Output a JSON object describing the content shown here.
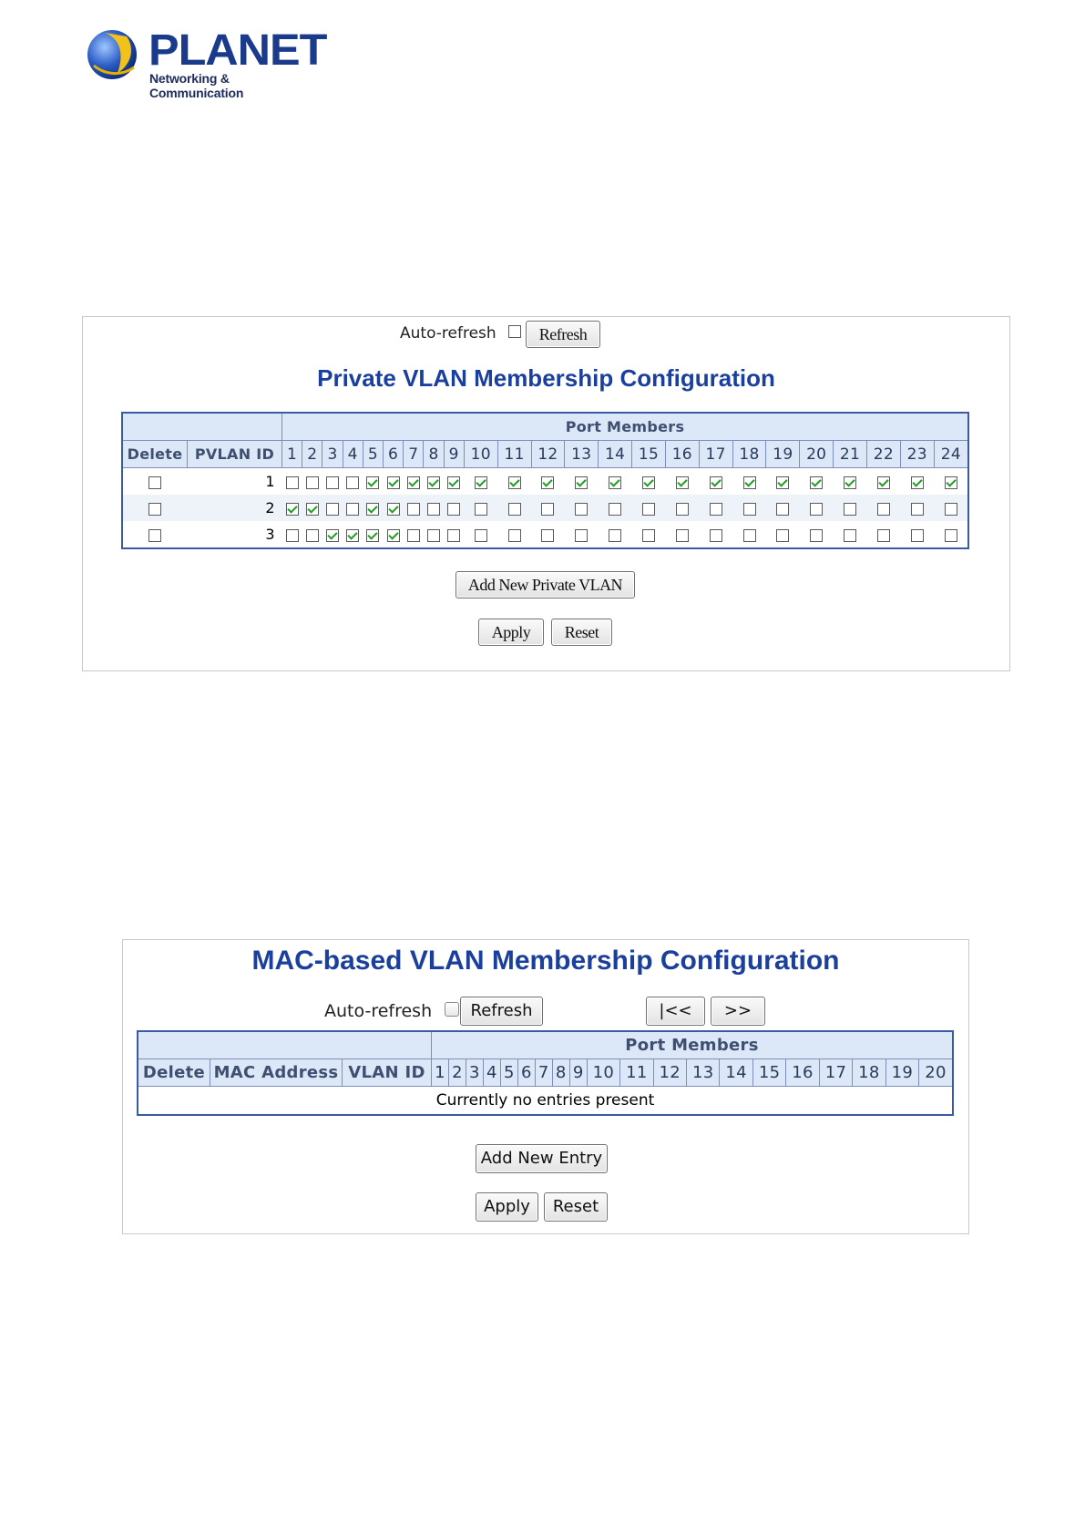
{
  "logo": {
    "brand": "PLANET",
    "tagline": "Networking & Communication"
  },
  "pvlan": {
    "auto_refresh_label": "Auto-refresh",
    "refresh_label": "Refresh",
    "title": "Private VLAN Membership Configuration",
    "headers": {
      "delete": "Delete",
      "pvlan_id": "PVLAN ID",
      "port_members": "Port Members"
    },
    "ports": [
      "1",
      "2",
      "3",
      "4",
      "5",
      "6",
      "7",
      "8",
      "9",
      "10",
      "11",
      "12",
      "13",
      "14",
      "15",
      "16",
      "17",
      "18",
      "19",
      "20",
      "21",
      "22",
      "23",
      "24"
    ],
    "rows": [
      {
        "id": "1",
        "members": [
          0,
          0,
          0,
          0,
          1,
          1,
          1,
          1,
          1,
          1,
          1,
          1,
          1,
          1,
          1,
          1,
          1,
          1,
          1,
          1,
          1,
          1,
          1,
          1
        ]
      },
      {
        "id": "2",
        "members": [
          1,
          1,
          0,
          0,
          1,
          1,
          0,
          0,
          0,
          0,
          0,
          0,
          0,
          0,
          0,
          0,
          0,
          0,
          0,
          0,
          0,
          0,
          0,
          0
        ]
      },
      {
        "id": "3",
        "members": [
          0,
          0,
          1,
          1,
          1,
          1,
          0,
          0,
          0,
          0,
          0,
          0,
          0,
          0,
          0,
          0,
          0,
          0,
          0,
          0,
          0,
          0,
          0,
          0
        ]
      }
    ],
    "add_label": "Add New Private VLAN",
    "apply_label": "Apply",
    "reset_label": "Reset"
  },
  "macvlan": {
    "title": "MAC-based VLAN Membership Configuration",
    "auto_refresh_label": "Auto-refresh",
    "refresh_label": "Refresh",
    "first_label": "|<<",
    "next_label": ">>",
    "headers": {
      "delete": "Delete",
      "mac_address": "MAC Address",
      "vlan_id": "VLAN ID",
      "port_members": "Port Members"
    },
    "ports": [
      "1",
      "2",
      "3",
      "4",
      "5",
      "6",
      "7",
      "8",
      "9",
      "10",
      "11",
      "12",
      "13",
      "14",
      "15",
      "16",
      "17",
      "18",
      "19",
      "20"
    ],
    "empty_message": "Currently no entries present",
    "add_label": "Add New Entry",
    "apply_label": "Apply",
    "reset_label": "Reset"
  }
}
